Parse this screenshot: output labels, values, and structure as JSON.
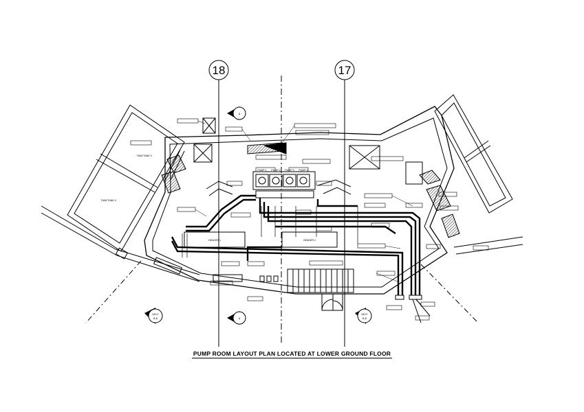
{
  "title": "PUMP ROOM LAYOUT PLAN LOCATED AT LOWER GROUND FLOOR",
  "grid": {
    "left": "18",
    "right": "17"
  },
  "sections": {
    "top_mark": "1",
    "bottom_mark": "1",
    "left_sect": "SECT",
    "left_sub": "B-B",
    "right_sect": "SECT",
    "right_sub": "B-B"
  },
  "equipment": {
    "pump_1": "PUMP 1",
    "pump_2": "PUMP 2",
    "pump_3": "PUMP 3",
    "pump_4": "PUMP 4",
    "header_a": "HEADER 1",
    "header_b": "HEADER 2",
    "tank_left": "RAW TANK 4",
    "tank_left_top": "RAW TANK 3"
  },
  "colors": {
    "line": "#000000",
    "background": "#ffffff"
  }
}
